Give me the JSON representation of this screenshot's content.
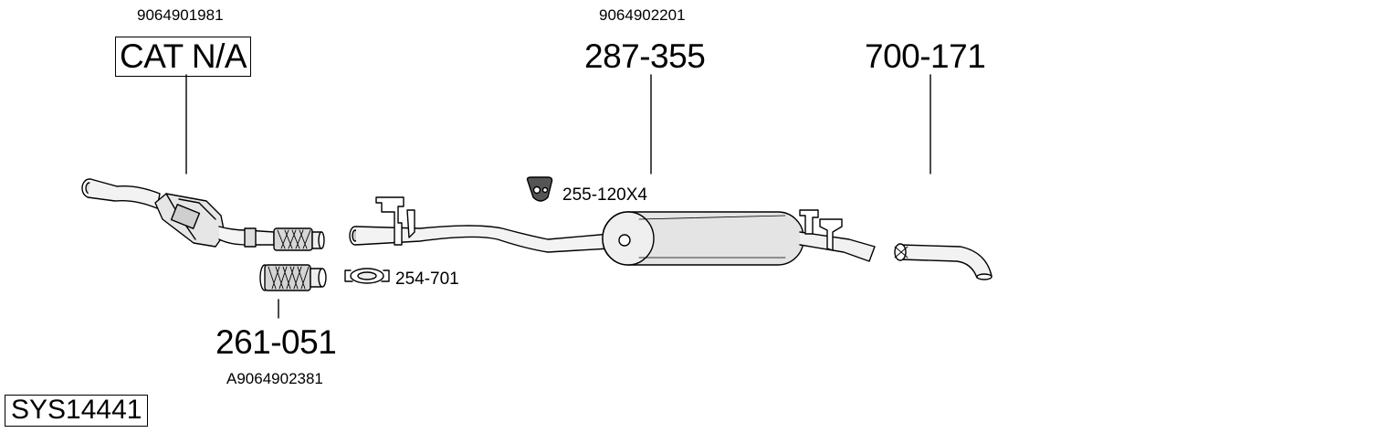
{
  "diagram": {
    "system_id": "SYS14441",
    "labels": {
      "cat_oem": "9064901981",
      "cat_part": "CAT N/A",
      "muffler_oem": "9064902201",
      "muffler_part": "287-355",
      "tail_part": "700-171",
      "hanger_part": "255-120X4",
      "clamp_part": "254-701",
      "flex_part": "261-051",
      "flex_oem": "A9064902381"
    },
    "icons": [
      "catalytic-converter-icon",
      "flex-pipe-icon",
      "clamp-icon",
      "rubber-hanger-icon",
      "middle-pipe-icon",
      "muffler-icon",
      "tail-pipe-icon"
    ]
  }
}
